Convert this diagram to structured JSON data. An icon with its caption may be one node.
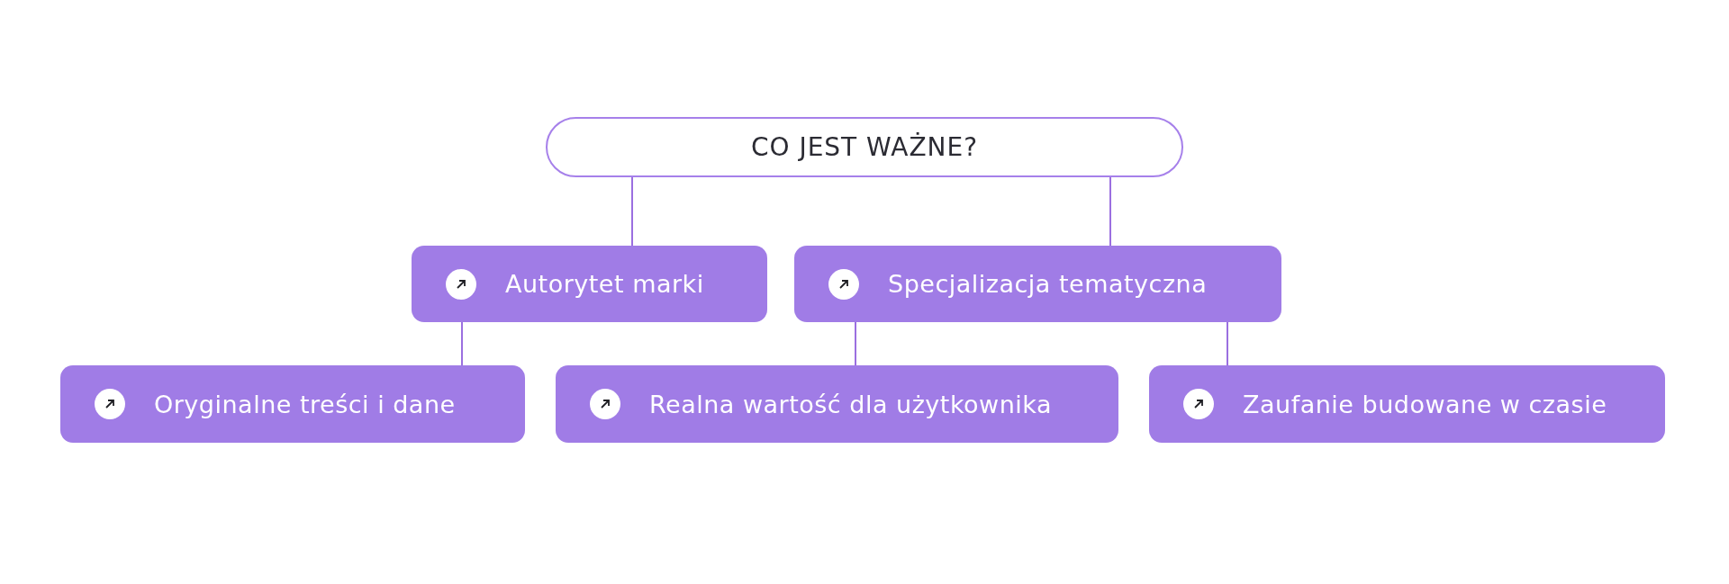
{
  "diagram": {
    "nodes": [
      {
        "text": [
          "CO JEST WAŻNE?"
        ]
      },
      {
        "text": [
          "Autorytet marki"
        ]
      },
      {
        "text": [
          "Specjalizacja tematyczna"
        ]
      },
      {
        "text": [
          "Oryginalne treści i dane"
        ]
      },
      {
        "text": [
          "Realna wartość dla użytkownika"
        ]
      },
      {
        "text": [
          "Zaufanie budowane w czasie"
        ]
      }
    ],
    "edges": [
      {
        "from": 0,
        "to": 1,
        "arrow": "none"
      },
      {
        "from": 0,
        "to": 2,
        "arrow": "none"
      },
      {
        "from": 1,
        "to": 3,
        "arrow": "none"
      },
      {
        "from": 2,
        "to": 4,
        "arrow": "none"
      },
      {
        "from": 2,
        "to": 5,
        "arrow": "none"
      }
    ]
  }
}
